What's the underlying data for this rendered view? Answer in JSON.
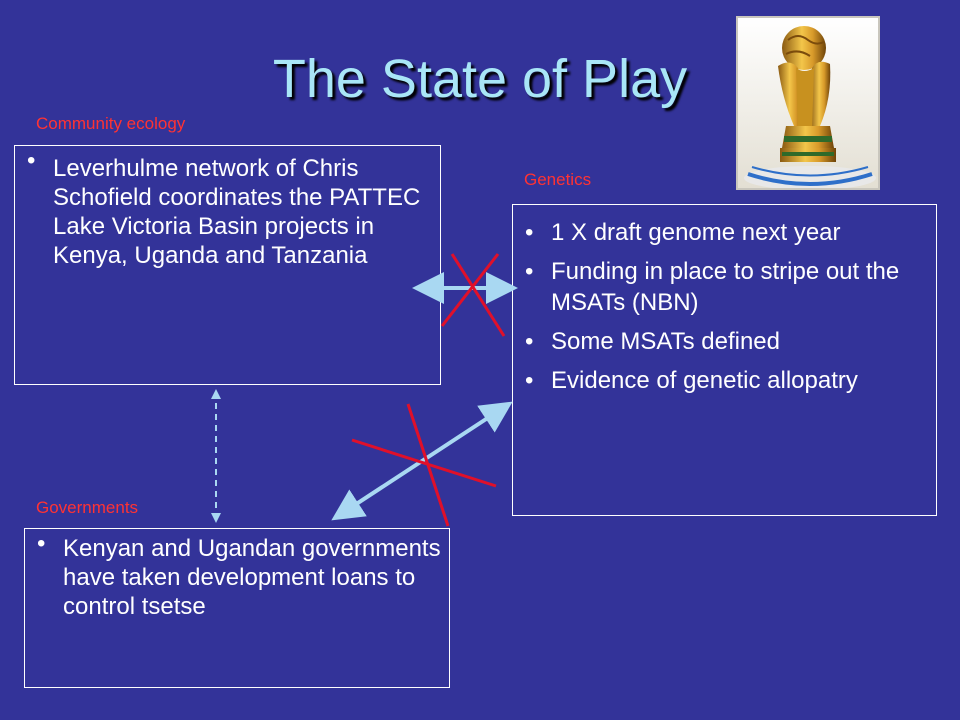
{
  "slide": {
    "title": "The State of Play",
    "sections": {
      "community": {
        "label": "Community ecology",
        "bullets": [
          "Leverhulme network of Chris Schofield coordinates the PATTEC Lake Victoria Basin projects in Kenya, Uganda and Tanzania"
        ]
      },
      "genetics": {
        "label": "Genetics",
        "bullets": [
          "1 X draft genome next year",
          "Funding in place to stripe out the MSATs (NBN)",
          "Some MSATs defined",
          "Evidence of genetic allopatry"
        ]
      },
      "governments": {
        "label": "Governments",
        "bullets": [
          "Kenyan and Ugandan governments have taken development loans to control tsetse"
        ]
      }
    },
    "bullet_glyph": "•",
    "image": {
      "icon": "world-cup-trophy-icon"
    },
    "connectors": [
      {
        "from": "community",
        "to": "genetics",
        "style": "double-arrow",
        "crossed": true
      },
      {
        "from": "governments",
        "to": "genetics",
        "style": "double-arrow",
        "crossed": true
      },
      {
        "from": "community",
        "to": "governments",
        "style": "dashed-double-arrow",
        "crossed": false
      }
    ],
    "colors": {
      "background": "#333399",
      "title": "#a9e6f7",
      "label": "#ff3333",
      "text": "#ffffff",
      "arrow": "#a9d8f2",
      "cross": "#e0102a"
    }
  }
}
